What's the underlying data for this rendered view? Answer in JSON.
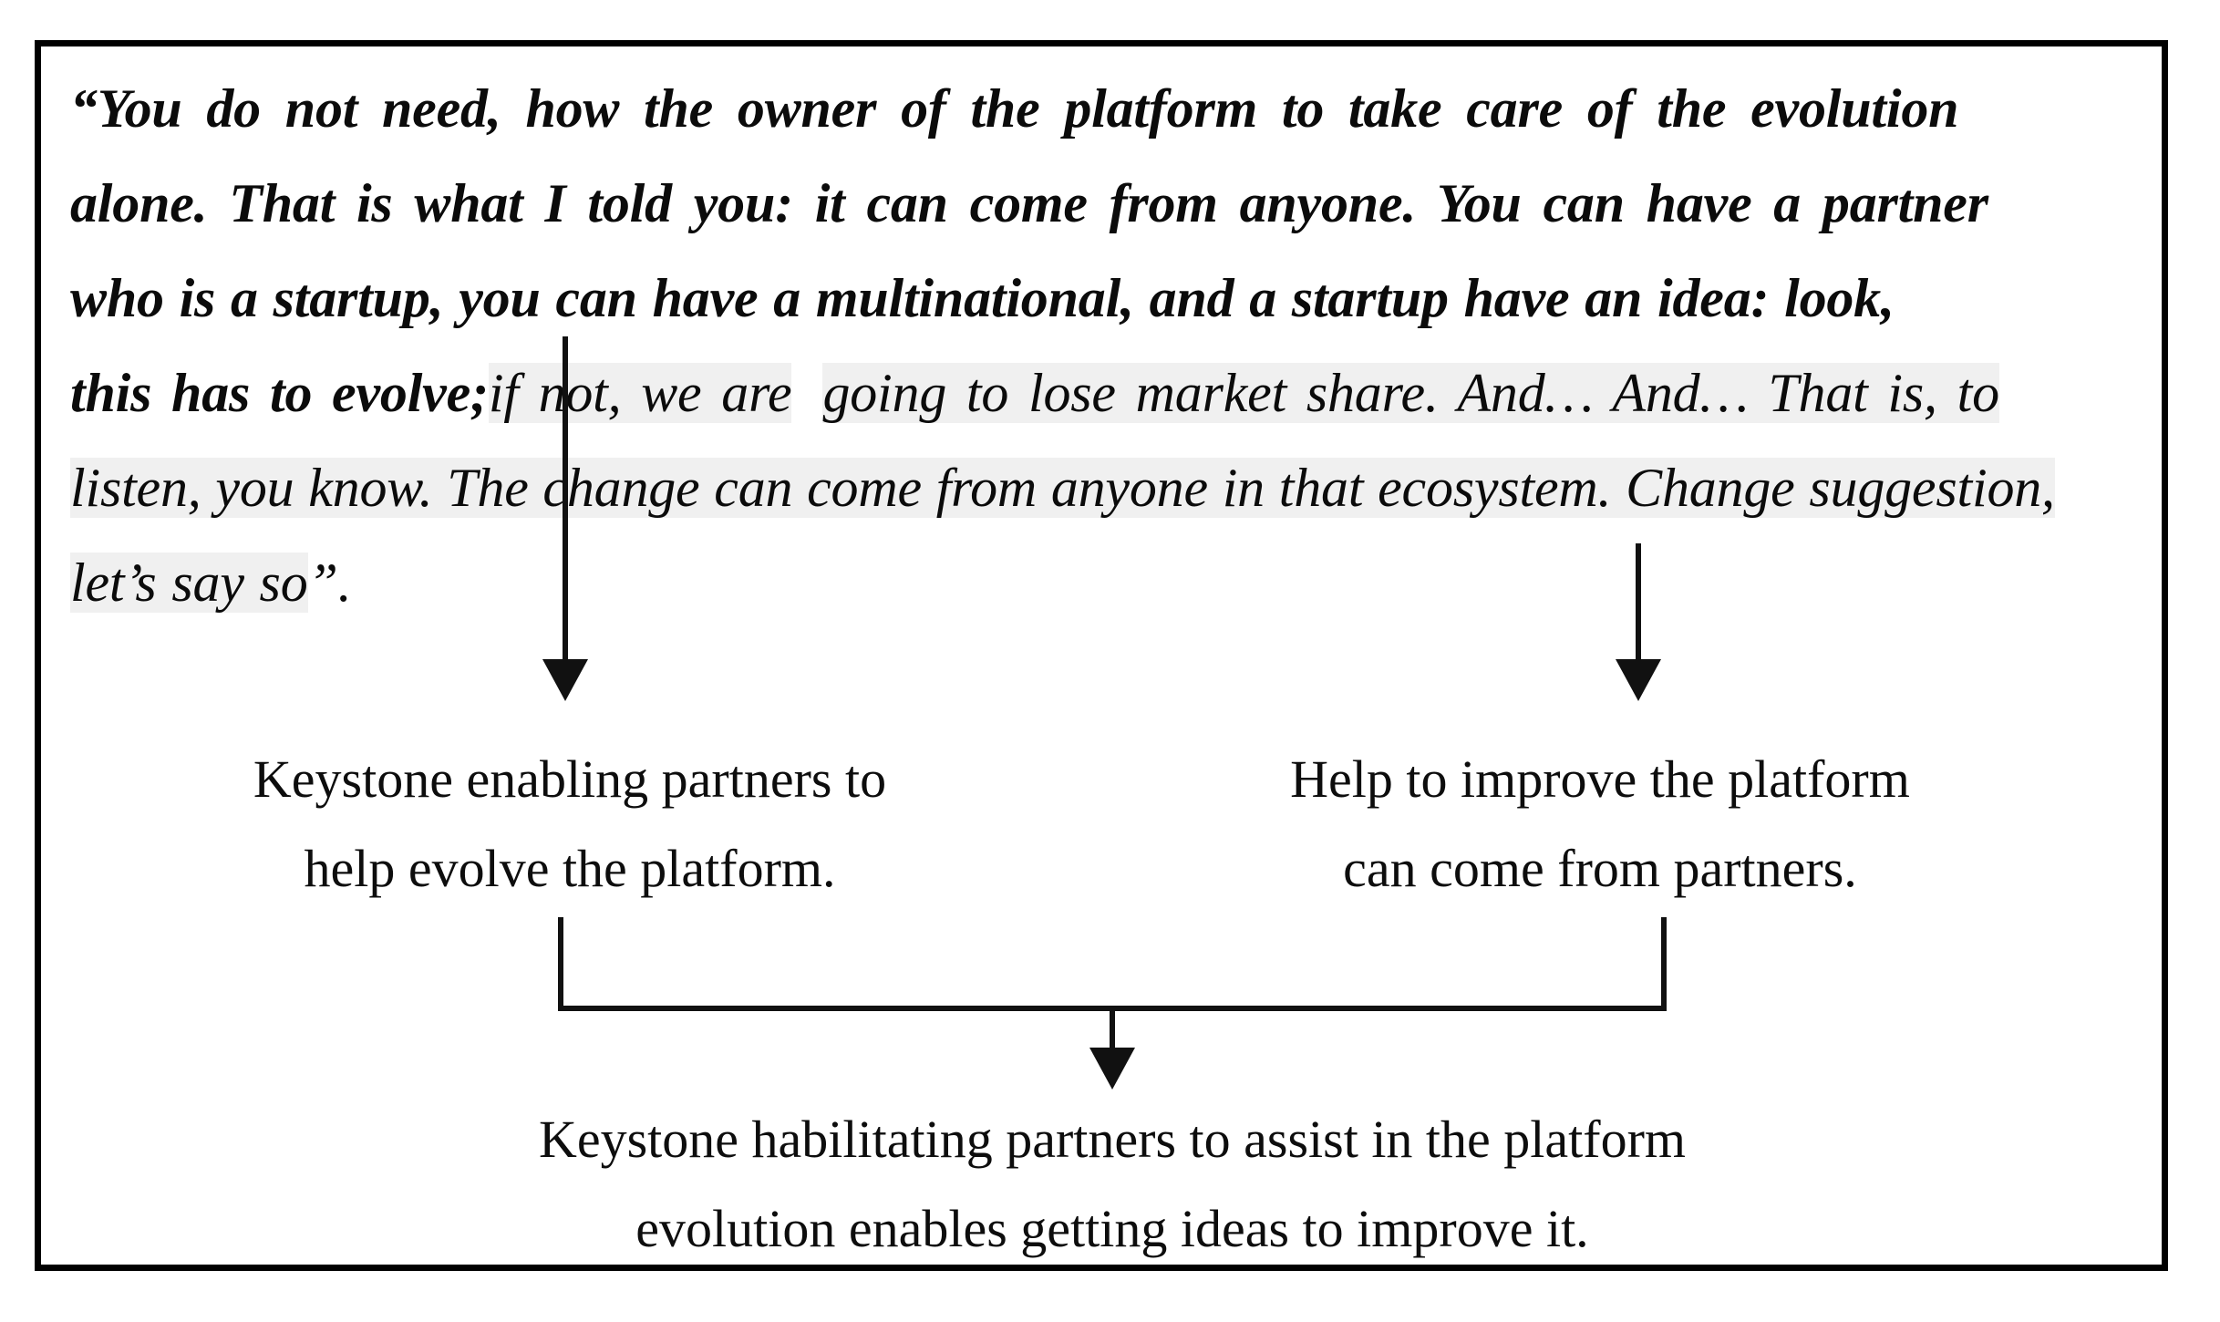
{
  "figure": {
    "border_color": "#000000",
    "highlight_color": "#f0f0f0",
    "line_color": "#111111"
  },
  "quote": {
    "line1_bold": "“You do not need, how the owner of the platform to take care of the evolution",
    "line2_bold": "alone. That is what I told you: it can come from anyone. You can have a partner",
    "line3_bold": "who is a startup, you can have a multinational, and a startup have an idea: look,",
    "line4_bold": "this has to evolve;",
    "line4_hl_a": "if not, we are",
    "line4_hl_b": "going to lose market share. And… And… That is, to",
    "line5_hl": "listen, you know. The change can come from anyone in that ecosystem. Change suggestion,",
    "line6_hl": "let’s say so",
    "line6_tail": "”."
  },
  "outcomes": {
    "left": {
      "line1": "Keystone enabling partners to",
      "line2": "help evolve the platform."
    },
    "right": {
      "line1": "Help to improve the platform",
      "line2": "can come from partners."
    },
    "conclusion": {
      "line1": "Keystone habilitating partners to assist in the platform",
      "line2": "evolution enables getting ideas to improve it."
    }
  }
}
